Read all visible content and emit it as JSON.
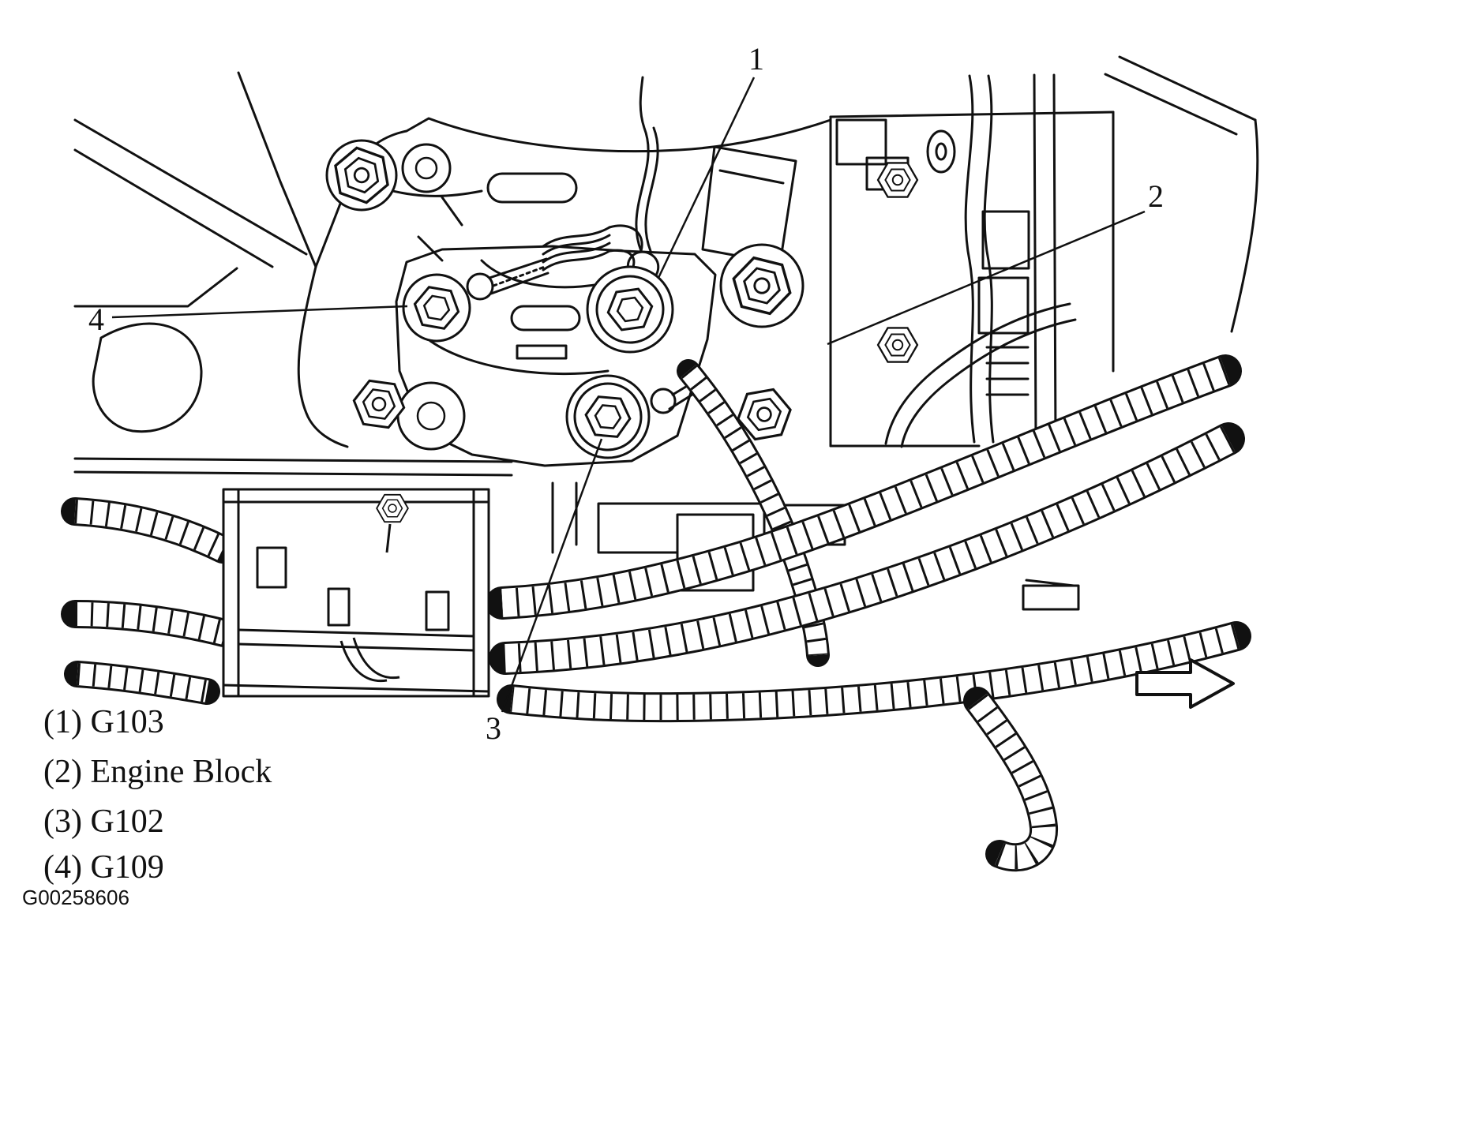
{
  "diagram": {
    "title": "Engine ground locations line-art diagram",
    "line_color": "#111111",
    "background_color": "#ffffff",
    "callouts": [
      {
        "label": "1"
      },
      {
        "label": "2"
      },
      {
        "label": "3"
      },
      {
        "label": "4"
      }
    ],
    "legend": {
      "items": [
        "(1) G103",
        "(2) Engine Block",
        "(3) G102",
        "(4) G109"
      ]
    },
    "figure_code": "G00258606"
  }
}
